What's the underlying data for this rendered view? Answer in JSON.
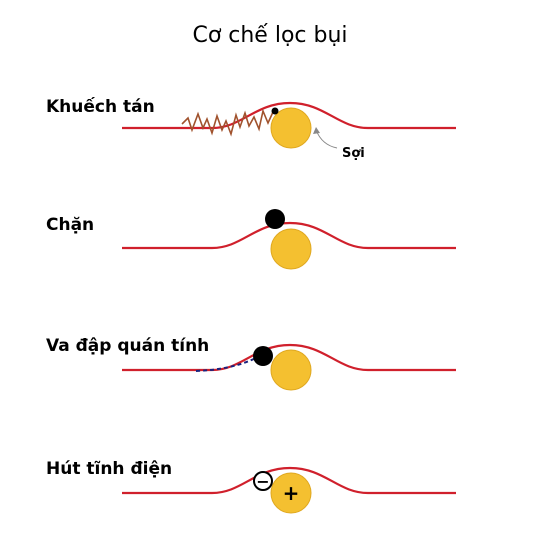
{
  "title": "Cơ chế lọc bụi",
  "colors": {
    "streamline": "#d0202c",
    "fiber": "#f4c030",
    "fiber_stroke": "#e0a820",
    "particle": "#000000",
    "brownian_path": "#a0522d",
    "inertial_path": "#1a237e"
  },
  "mechanisms": [
    {
      "label": "Khuếch tán",
      "fiber_label": "Sợi"
    },
    {
      "label": "Chặn"
    },
    {
      "label": "Va đập quán tính"
    },
    {
      "label": "Hút tĩnh điện",
      "particle_sign": "−",
      "fiber_sign": "+"
    }
  ]
}
